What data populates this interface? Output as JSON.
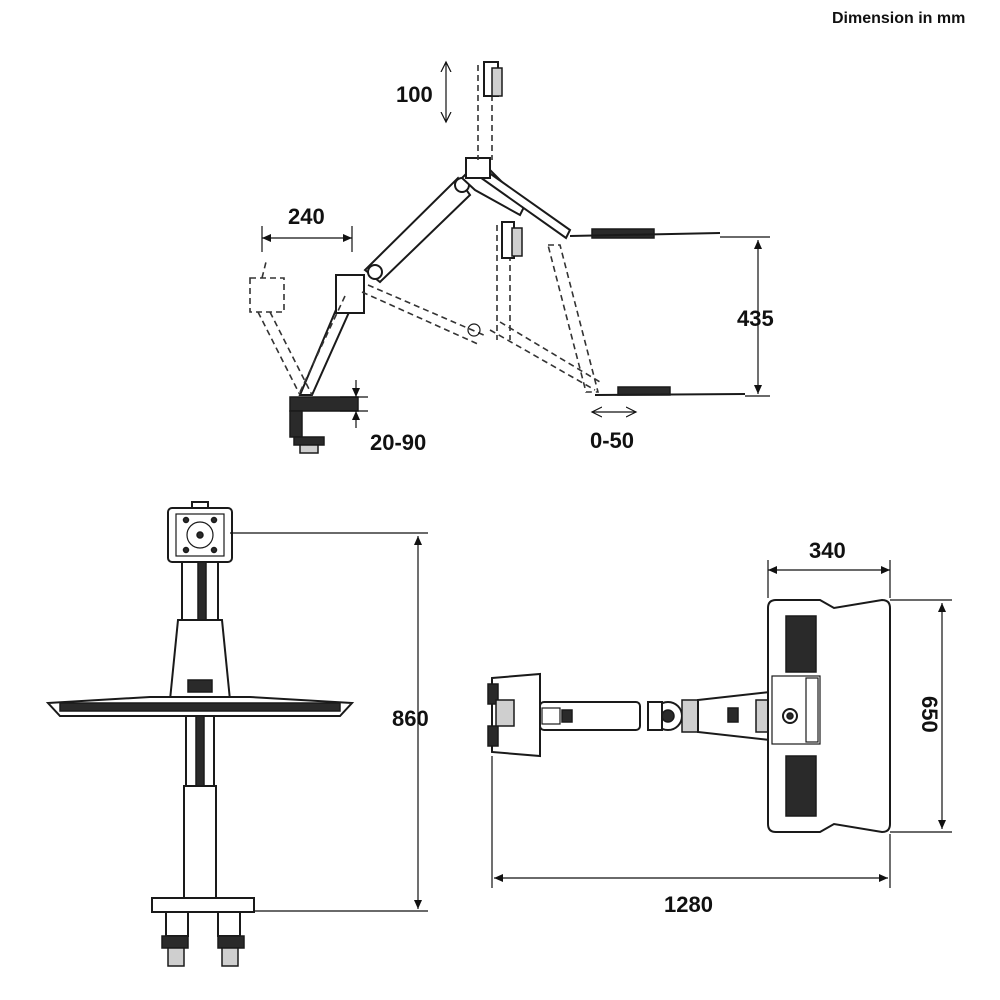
{
  "unit_note": "Dimension in mm",
  "dimensions": {
    "vertical_travel": "100",
    "arm_reach": "240",
    "keyboard_height": "435",
    "clamp_range": "20-90",
    "keyboard_slide": "0-50",
    "overall_height": "860",
    "tray_depth": "340",
    "tray_width": "650",
    "overall_length": "1280"
  },
  "colors": {
    "line": "#1a1a1a",
    "fill_dark": "#2a2a2a",
    "fill_light": "#cfcfcf",
    "background": "#ffffff"
  }
}
